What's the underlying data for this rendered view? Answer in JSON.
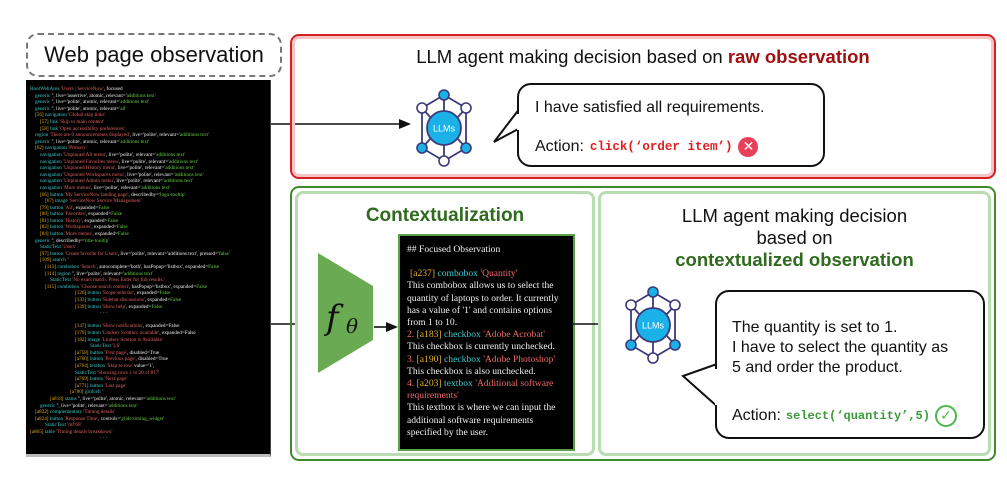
{
  "observation": {
    "title": "Web page observation",
    "tree": [
      {
        "indent": 0,
        "id": "",
        "role": "RootWebArea",
        "name": "'Users | ServiceNow'",
        "props": ", focused",
        "val": ""
      },
      {
        "indent": 1,
        "id": "",
        "role": "generic",
        "name": "",
        "props": "'', live='assertive', atomic, relevant=",
        "val": "'additions text'"
      },
      {
        "indent": 1,
        "id": "",
        "role": "generic",
        "name": "",
        "props": "'', live='polite', atomic, relevant=",
        "val": "'additions text'"
      },
      {
        "indent": 1,
        "id": "",
        "role": "generic",
        "name": "",
        "props": "'', live='polite', atomic, relevant=",
        "val": "'all'"
      },
      {
        "indent": 1,
        "id": "[56]",
        "role": "navigation",
        "name": "'Global skip links'",
        "props": "",
        "val": ""
      },
      {
        "indent": 2,
        "id": "[57]",
        "role": "link",
        "name": "'Skip to main content'",
        "props": "",
        "val": ""
      },
      {
        "indent": 2,
        "id": "[58]",
        "role": "link",
        "name": "'Open accessibility preferences'",
        "props": "",
        "val": ""
      },
      {
        "indent": 1,
        "id": "",
        "role": "region",
        "name": "'There are 0 announcements displayed'",
        "props": ", live='polite', relevant=",
        "val": "'additions text'"
      },
      {
        "indent": 1,
        "id": "",
        "role": "generic",
        "name": "",
        "props": "'', live='polite', atomic, relevant=",
        "val": "'additions text'"
      },
      {
        "indent": 1,
        "id": "[62]",
        "role": "navigation",
        "name": "'Primary'",
        "props": "",
        "val": ""
      },
      {
        "indent": 2,
        "id": "",
        "role": "navigation",
        "name": "'Unpinned All menu'",
        "props": ", live='polite', relevant=",
        "val": "'additions text'"
      },
      {
        "indent": 2,
        "id": "",
        "role": "navigation",
        "name": "'Unpinned Favorites menu'",
        "props": ", live='polite', relevant=",
        "val": "'additions text'"
      },
      {
        "indent": 2,
        "id": "",
        "role": "navigation",
        "name": "'Unpinned History menu'",
        "props": ", live='polite', relevant=",
        "val": "'additions text'"
      },
      {
        "indent": 2,
        "id": "",
        "role": "navigation",
        "name": "'Unpinned Workspaces menu'",
        "props": ", live='polite', relevant=",
        "val": "'additions text'"
      },
      {
        "indent": 2,
        "id": "",
        "role": "navigation",
        "name": "'Unpinned Admin menu'",
        "props": ", live='polite', relevant=",
        "val": "'additions text'"
      },
      {
        "indent": 2,
        "id": "",
        "role": "navigation",
        "name": "'More menus'",
        "props": ", live='polite', relevant=",
        "val": "'additions text'"
      },
      {
        "indent": 2,
        "id": "[66]",
        "role": "button",
        "name": "'My ServiceNow landing page'",
        "props": ", describedby=",
        "val": "'logo-tooltip'"
      },
      {
        "indent": 3,
        "id": "[67]",
        "role": "image",
        "name": "'ServiceNow Service Management'",
        "props": "",
        "val": ""
      },
      {
        "indent": 2,
        "id": "[79]",
        "role": "button",
        "name": "'All'",
        "props": ", expanded=",
        "val": "False"
      },
      {
        "indent": 2,
        "id": "[80]",
        "role": "button",
        "name": "'Favorites'",
        "props": ", expanded=",
        "val": "False"
      },
      {
        "indent": 2,
        "id": "[81]",
        "role": "button",
        "name": "'History'",
        "props": ", expanded=",
        "val": "False"
      },
      {
        "indent": 2,
        "id": "[82]",
        "role": "button",
        "name": "'Workspaces'",
        "props": ", expanded=",
        "val": "False"
      },
      {
        "indent": 2,
        "id": "[84]",
        "role": "button",
        "name": "'More menus'",
        "props": ", expanded=",
        "val": "False"
      },
      {
        "indent": 1,
        "id": "",
        "role": "generic",
        "name": "",
        "props": "'', describedby=",
        "val": "'title-tooltip'"
      },
      {
        "indent": 2,
        "id": "",
        "role": "StaticText",
        "name": "'Users'",
        "props": "",
        "val": ""
      },
      {
        "indent": 2,
        "id": "[97]",
        "role": "button",
        "name": "'Create favorite for Users'",
        "props": ", live='polite', relevant='additions text', pressed=",
        "val": "'false'"
      },
      {
        "indent": 2,
        "id": "[109]",
        "role": "search",
        "name": "''",
        "props": "",
        "val": ""
      },
      {
        "indent": 3,
        "id": "[113]",
        "role": "combobox",
        "name": "'Search'",
        "props": ", autocomplete='both', hasPopup='listbox', expanded=",
        "val": "False"
      },
      {
        "indent": 3,
        "id": "[114]",
        "role": "region",
        "name": "",
        "props": "'', live='polite', relevant=",
        "val": "'additions text'"
      },
      {
        "indent": 4,
        "id": "",
        "role": "StaticText",
        "name": "'No exact match. Press Enter for full results.'",
        "props": "",
        "val": ""
      },
      {
        "indent": 3,
        "id": "[115]",
        "role": "combobox",
        "name": "'Choose search context'",
        "props": ", hasPopup='listbox', expanded=",
        "val": "False"
      },
      {
        "indent": 9,
        "id": "[126]",
        "role": "button",
        "name": "'Scope selector'",
        "props": ", expanded=",
        "val": "False"
      },
      {
        "indent": 9,
        "id": "[133]",
        "role": "button",
        "name": "'Sidebar discussions'",
        "props": ", expanded=",
        "val": "False"
      },
      {
        "indent": 9,
        "id": "[139]",
        "role": "button",
        "name": "'Show help'",
        "props": ", expanded=",
        "val": "False"
      },
      {
        "indent": 14,
        "ellipsis": "· · ·"
      },
      {
        "indent": 0,
        "blank": true
      },
      {
        "indent": 9,
        "id": "[147]",
        "role": "button",
        "name": "'Show notifications'",
        "props": ", expanded=False",
        "val": ""
      },
      {
        "indent": 9,
        "id": "[179]",
        "role": "button",
        "name": "'Lindsey Scotton: available'",
        "props": ", expanded=False",
        "val": ""
      },
      {
        "indent": 9,
        "id": "[182]",
        "role": "image",
        "name": "'Lindsey Scotton is Available'",
        "props": "",
        "val": ""
      },
      {
        "indent": 12,
        "id": "",
        "role": "StaticText",
        "name": "'LS'",
        "props": "",
        "val": ""
      },
      {
        "indent": 9,
        "id": "[a758]",
        "role": "button",
        "name": "'First page'",
        "props": ", disabled=True",
        "val": ""
      },
      {
        "indent": 9,
        "id": "[a760]",
        "role": "button",
        "name": "'Previous page'",
        "props": ", disabled=True",
        "val": ""
      },
      {
        "indent": 9,
        "id": "[a764]",
        "role": "textbox",
        "name": "'Skip to row'",
        "props": " value='1',",
        "val": ""
      },
      {
        "indent": 9,
        "id": "",
        "role": "StaticText",
        "name": "'Showing rows 1 to 20 of 817'",
        "props": "",
        "val": ""
      },
      {
        "indent": 9,
        "id": "[a769]",
        "role": "button",
        "name": "'Next page'",
        "props": "",
        "val": ""
      },
      {
        "indent": 9,
        "id": "[a771]",
        "role": "button",
        "name": "'Last page'",
        "props": "",
        "val": ""
      },
      {
        "indent": 8,
        "id": "[a780]",
        "role": "gridcell",
        "name": "''",
        "props": "",
        "val": ""
      },
      {
        "indent": 4,
        "id": "[a818]",
        "role": "status",
        "name": "",
        "props": "'', live='polite', atomic, relevant=",
        "val": "'additions text'"
      },
      {
        "indent": 2,
        "id": "",
        "role": "generic",
        "name": "",
        "props": "'', live='polite', relevant=",
        "val": "'additions text'"
      },
      {
        "indent": 1,
        "id": "[a822]",
        "role": "complementary",
        "name": "'Timing details'",
        "props": "",
        "val": ""
      },
      {
        "indent": 1,
        "id": "[a824]",
        "role": "button",
        "name": "'Response Time'",
        "props": ", controls=",
        "val": "'glide:timing_widget'"
      },
      {
        "indent": 3,
        "id": "",
        "role": "StaticText",
        "name": "'mf:68'",
        "props": "",
        "val": ""
      },
      {
        "indent": 0,
        "id": "[a865]",
        "role": "table",
        "name": "'Timing details breakdown'",
        "props": "",
        "val": ""
      },
      {
        "indent": 14,
        "ellipsis": "· · ·"
      }
    ]
  },
  "raw": {
    "title_prefix": "LLM agent making decision based on ",
    "title_emphasis": "raw observation",
    "llm_label": "LLMs",
    "bubble_text": "I have satisfied all requirements.",
    "action_label": "Action:",
    "action_code": "click(‘order item’)",
    "result_icon": "x-circle-icon",
    "result_glyph": "✕",
    "colors": {
      "border": "#d42020",
      "emphasis": "#a01010",
      "code": "#e02020",
      "icon": "#e8405a"
    }
  },
  "contextualization": {
    "title": "Contextualization",
    "model_symbol": "f",
    "model_subscript": "θ",
    "focused": {
      "heading": "## Focused Observation",
      "items": [
        {
          "num": "",
          "id": "[a237]",
          "role": "combobox",
          "name": "'Quantity'",
          "desc": "This combobox allows us to select the quantity of laptops to order. It currently has a value of '1' and contains options from 1 to 10."
        },
        {
          "num": "2.",
          "id": "[a183]",
          "role": "checkbox",
          "name": "'Adobe Acrobat'",
          "desc": "This checkbox is currently unchecked."
        },
        {
          "num": "3.",
          "id": "[a190]",
          "role": "checkbox",
          "name": "'Adobe Photoshop'",
          "desc": "This checkbox is also unchecked."
        },
        {
          "num": "4.",
          "id": "[a203]",
          "role": "textbox",
          "name": "'Additional software requirements'",
          "desc": "This textbox is where we can input the additional software requirements specified by the user."
        }
      ]
    },
    "colors": {
      "outer_border": "#3f8a2c",
      "inner_border": "#b9ddb0",
      "title": "#2f6a1e",
      "model_fill": "#6aaa52"
    }
  },
  "contextualized": {
    "title_line1": "LLM agent making decision",
    "title_line2": "based on",
    "title_emphasis": "contextualized observation",
    "llm_label": "LLMs",
    "bubble_lines": [
      "The quantity is set to 1.",
      "I have to select the quantity as",
      "5 and order the product."
    ],
    "action_label": "Action:",
    "action_code": "select(‘quantity’,5)",
    "result_icon": "check-circle-icon",
    "result_glyph": "✓",
    "colors": {
      "code": "#3a9a3a",
      "icon": "#4cb84c"
    }
  }
}
